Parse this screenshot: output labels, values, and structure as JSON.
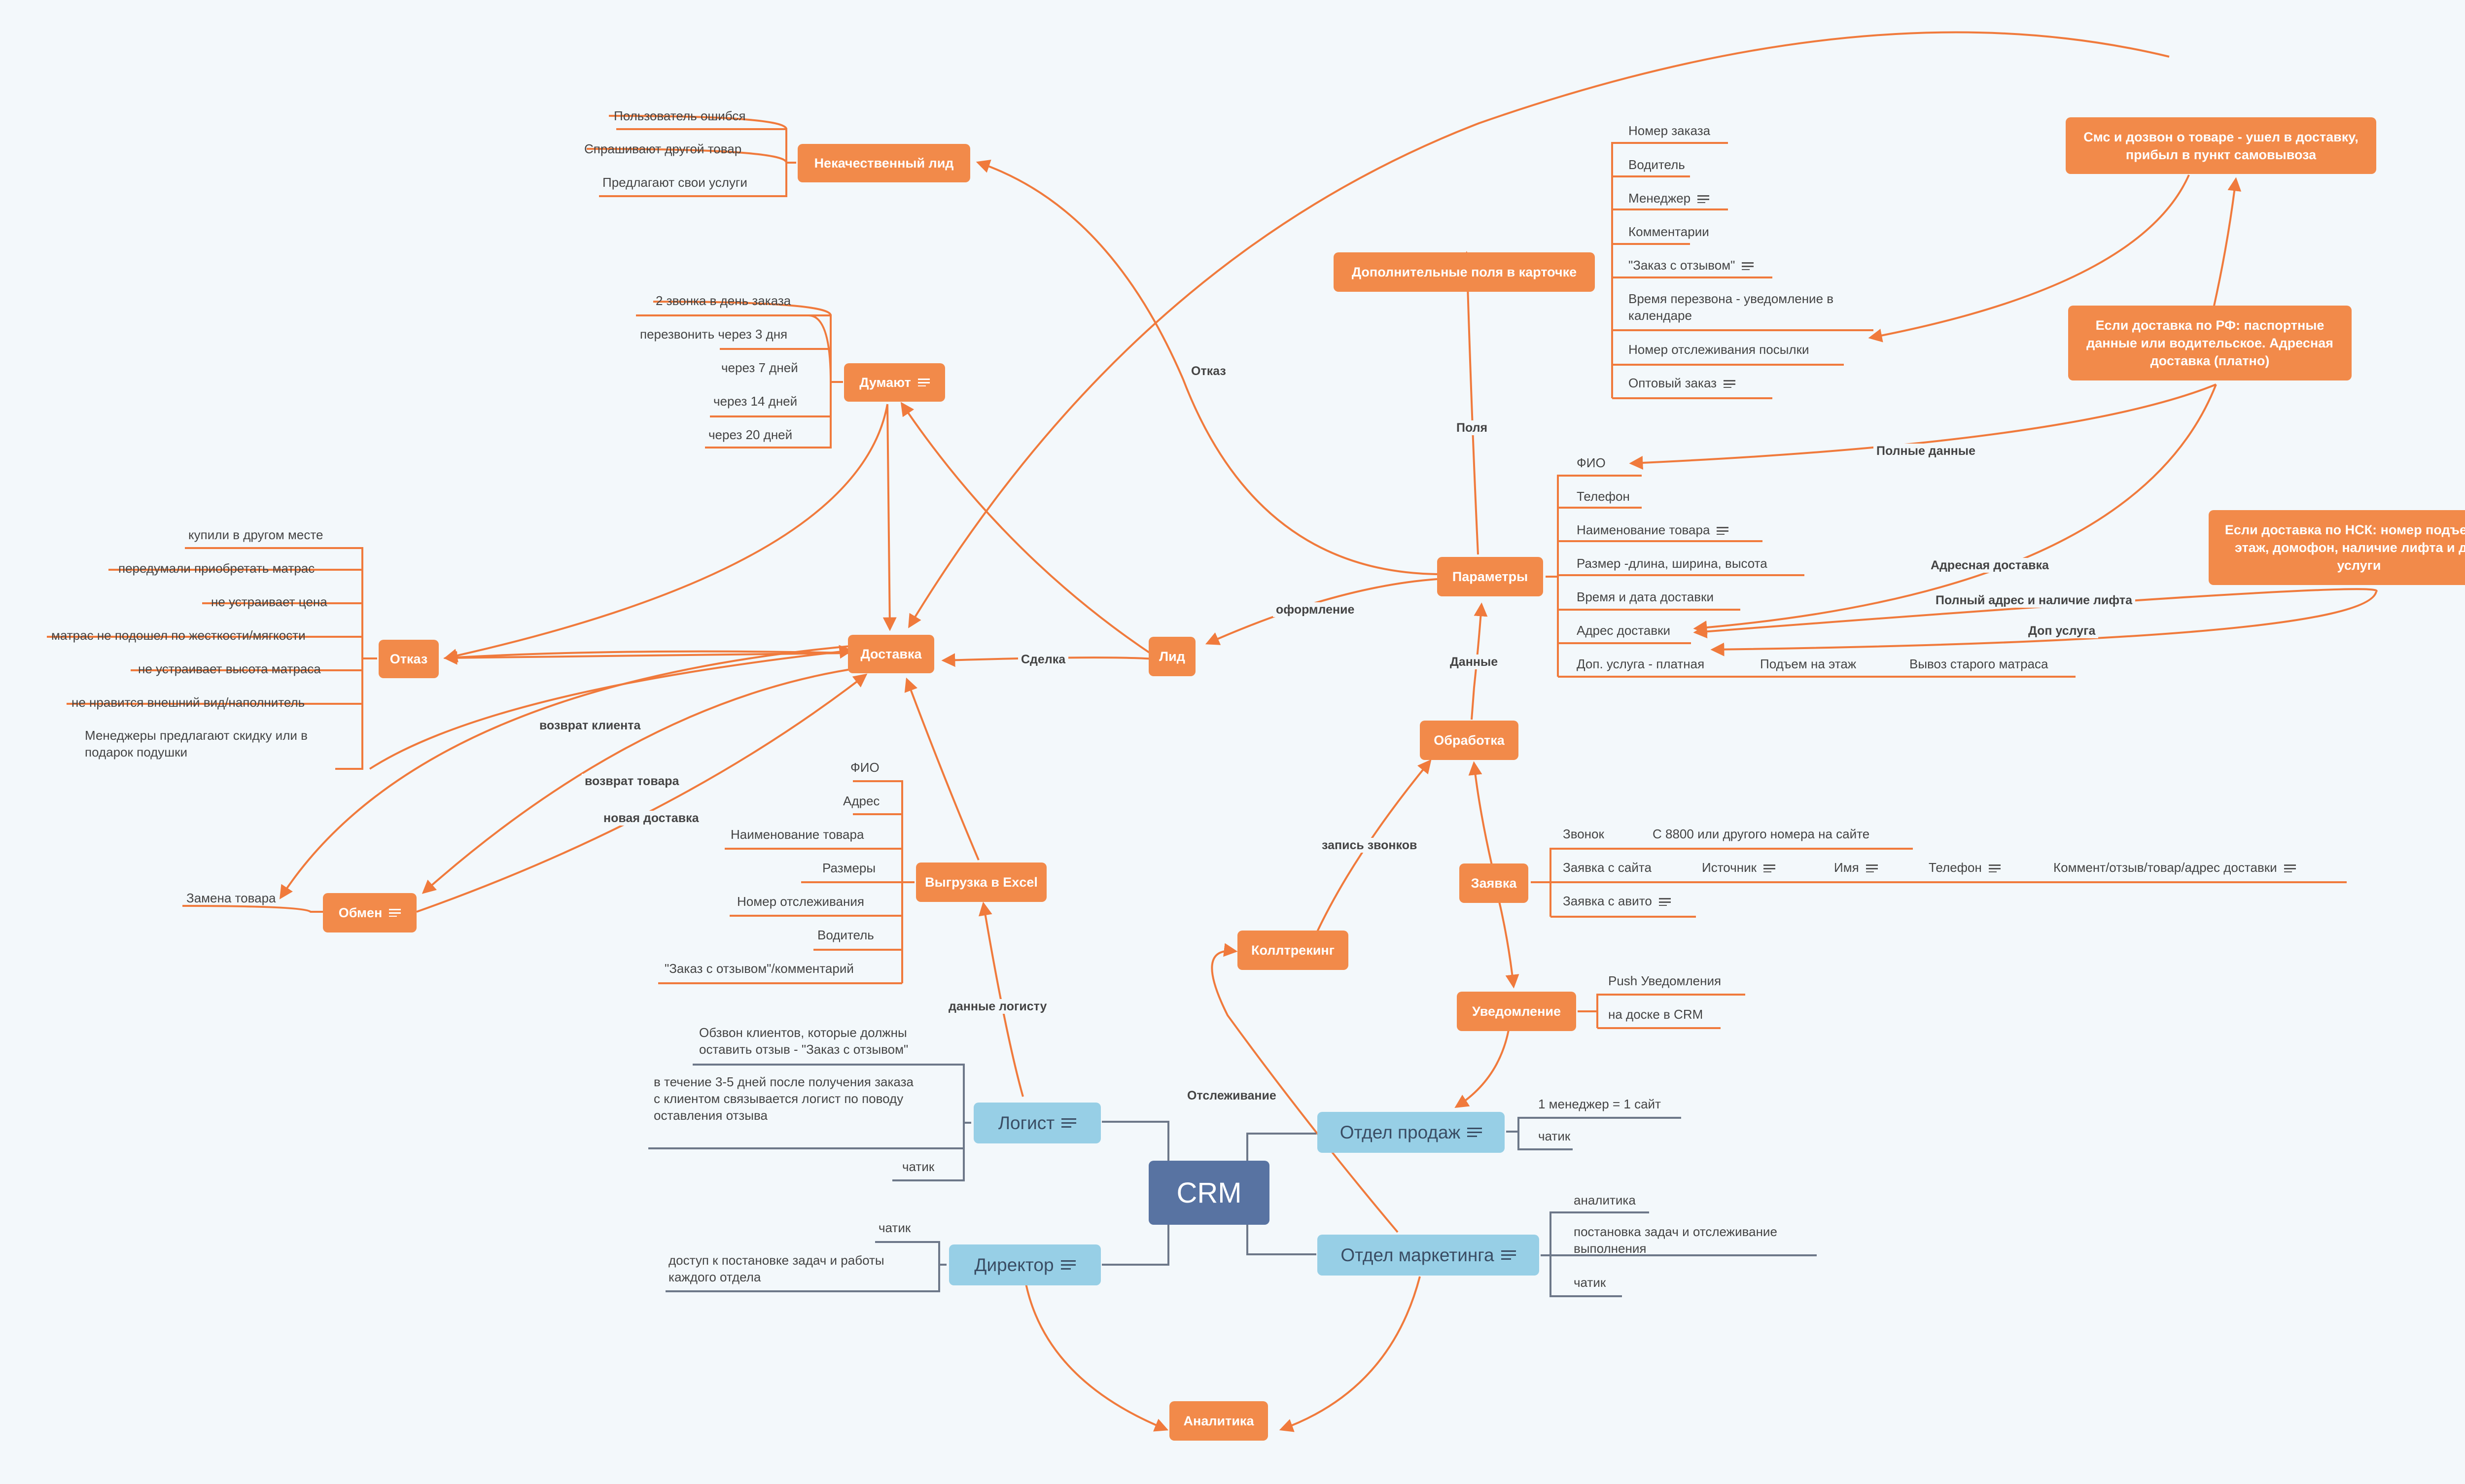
{
  "root": {
    "label": "CRM"
  },
  "blue_nodes": {
    "logist": "Логист",
    "director": "Директор",
    "sales": "Отдел продаж",
    "marketing": "Отдел маркетинга"
  },
  "orange_nodes": {
    "bad_lead": "Некачественный лид",
    "think": "Думают",
    "refusal": "Отказ",
    "delivery": "Доставка",
    "lead": "Лид",
    "params": "Параметры",
    "extra_fields": "Дополнительные поля в карточке",
    "sms": "Смс и дозвон о товаре - ушел в доставку, прибыл в пункт самовывоза",
    "rf_delivery": "Если доставка по РФ: паспортные данные или водительское. Адресная доставка (платно)",
    "nsk_delivery": "Если доставка по НСК: номер подъезда, этаж, домофон, наличие лифта и доп услуги",
    "processing": "Обработка",
    "request": "Заявка",
    "calltracking": "Коллтрекинг",
    "notification": "Уведомление",
    "excel": "Выгрузка в Excel",
    "exchange": "Обмен",
    "analytics": "Аналитика"
  },
  "edge_labels": {
    "refusal": "Отказ",
    "fields": "Поля",
    "full_data": "Полные данные",
    "address_delivery": "Адресная доставка",
    "full_address": "Полный адрес и наличие лифта",
    "extra_service": "Доп услуга",
    "registration": "оформление",
    "deal": "Сделка",
    "data": "Данные",
    "call_record": "запись звонков",
    "client_return": "возврат клиента",
    "goods_return": "возврат товара",
    "new_delivery": "новая доставка",
    "logist_data": "данные логисту",
    "tracking": "Отслеживание"
  },
  "lists": {
    "bad_lead": [
      "Пользователь ошибся",
      "Спрашивают другой товар",
      "Предлагают свои услуги"
    ],
    "think": [
      "2 звонка в день заказа",
      "перезвонить через 3 дня",
      "через 7 дней",
      "через 14 дней",
      "через 20 дней"
    ],
    "refusal": [
      "купили в другом месте",
      "передумали приобретать матрас",
      "не устраивает цена",
      "матрас не подошел по жесткости/мягкости",
      "не устраивает высота матраса",
      "не нравится внешний вид/наполнитель",
      "Менеджеры предлагают скидку или в подарок подушки"
    ],
    "extra_fields": [
      "Номер заказа",
      "Водитель",
      "Менеджер",
      "Комментарии",
      "\"Заказ с отзывом\"",
      "Время перезвона - уведомление в календаре",
      "Номер отслеживания посылки",
      "Оптовый заказ"
    ],
    "params": [
      "ФИО",
      "Телефон",
      "Наименование товара",
      "Размер -длина, ширина, высота",
      "Время и дата доставки",
      "Адрес доставки",
      "Доп. услуга - платная"
    ],
    "extra_service": [
      "Подъем на этаж",
      "Вывоз старого матраса"
    ],
    "call": [
      "Звонок",
      "С 8800 или другого номера на сайте"
    ],
    "site_request": [
      "Заявка с сайта",
      "Источник",
      "Имя",
      "Телефон",
      "Коммент/отзыв/товар/адрес доставки"
    ],
    "avito": "Заявка с авито",
    "notification": [
      "Push Уведомления",
      "на доске в CRM"
    ],
    "excel": [
      "ФИО",
      "Адрес",
      "Наименование товара",
      "Размеры",
      "Номер отслеживания",
      "Водитель",
      "\"Заказ с отзывом\"/комментарий"
    ],
    "exchange": [
      "Замена товара"
    ],
    "logist": [
      "Обзвон клиентов, которые должны оставить отзыв - \"Заказ с отзывом\"",
      "в течение 3-5 дней после получения заказа с клиентом связывается логист по поводу оставления отзыва",
      "чатик"
    ],
    "director": [
      "чатик",
      "доступ к постановке задач и работы каждого отдела"
    ],
    "sales": [
      "1 менеджер = 1 сайт",
      "чатик"
    ],
    "marketing": [
      "аналитика",
      "постановка задач и отслеживание выполнения",
      "чатик"
    ]
  },
  "colors": {
    "orange": "#f28a4a",
    "blue": "#97cfe6",
    "root": "#5873a2",
    "line": "#f07a3c",
    "gray_line": "#6d7889",
    "background": "#f3f8fb"
  }
}
